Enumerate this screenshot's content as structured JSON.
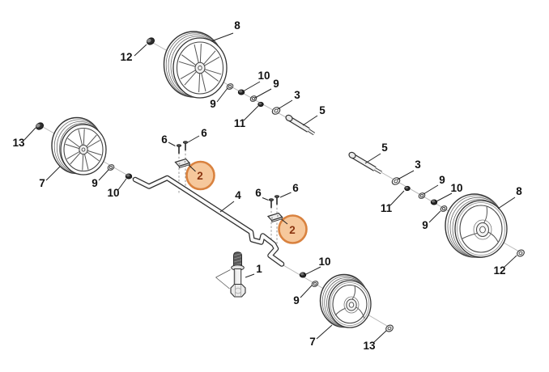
{
  "figure": {
    "kind": "exploded-parts-diagram",
    "background_color": "#ffffff",
    "line_color": "#2e2e2e",
    "axis_line_color": "#b4b4b4",
    "label_color": "#111111",
    "highlight": {
      "fill": "#f6c89c",
      "stroke": "#d9823f",
      "text_color": "#8a3410",
      "highlighted_part_number": "2"
    },
    "callouts": [
      {
        "text": "12"
      },
      {
        "text": "8"
      },
      {
        "text": "10"
      },
      {
        "text": "9"
      },
      {
        "text": "9"
      },
      {
        "text": "11"
      },
      {
        "text": "3"
      },
      {
        "text": "5"
      },
      {
        "text": "13"
      },
      {
        "text": "7"
      },
      {
        "text": "9"
      },
      {
        "text": "10"
      },
      {
        "text": "6"
      },
      {
        "text": "6"
      },
      {
        "text": "2"
      },
      {
        "text": "4"
      },
      {
        "text": "6"
      },
      {
        "text": "6"
      },
      {
        "text": "2"
      },
      {
        "text": "5"
      },
      {
        "text": "3"
      },
      {
        "text": "11"
      },
      {
        "text": "9"
      },
      {
        "text": "10"
      },
      {
        "text": "9"
      },
      {
        "text": "8"
      },
      {
        "text": "12"
      },
      {
        "text": "1"
      },
      {
        "text": "10"
      },
      {
        "text": "9"
      },
      {
        "text": "7"
      },
      {
        "text": "13"
      }
    ]
  }
}
